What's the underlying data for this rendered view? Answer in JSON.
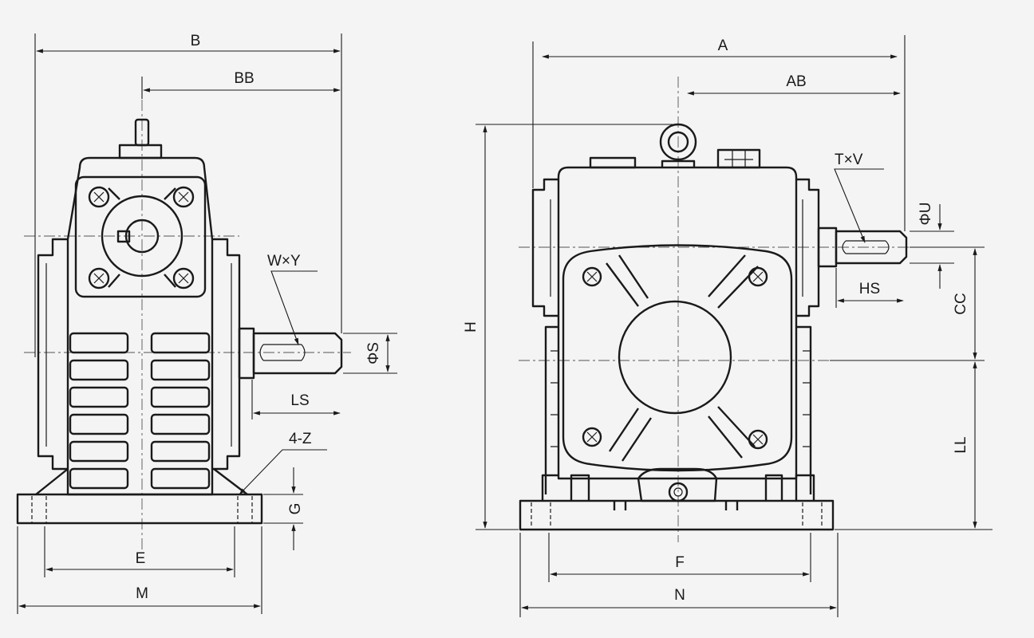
{
  "labels": {
    "B": "B",
    "BB": "BB",
    "WxY": "W×Y",
    "phiS": "ΦS",
    "LS": "LS",
    "fourZ": "4-Z",
    "G": "G",
    "E": "E",
    "M": "M",
    "A": "A",
    "AB": "AB",
    "TxV": "T×V",
    "phiU": "ΦU",
    "HS": "HS",
    "CC": "CC",
    "H": "H",
    "LL": "LL",
    "F": "F",
    "N": "N"
  },
  "colors": {
    "line": "#1a1a1a",
    "background": "#f4f4f4",
    "centerline": "#555555"
  }
}
